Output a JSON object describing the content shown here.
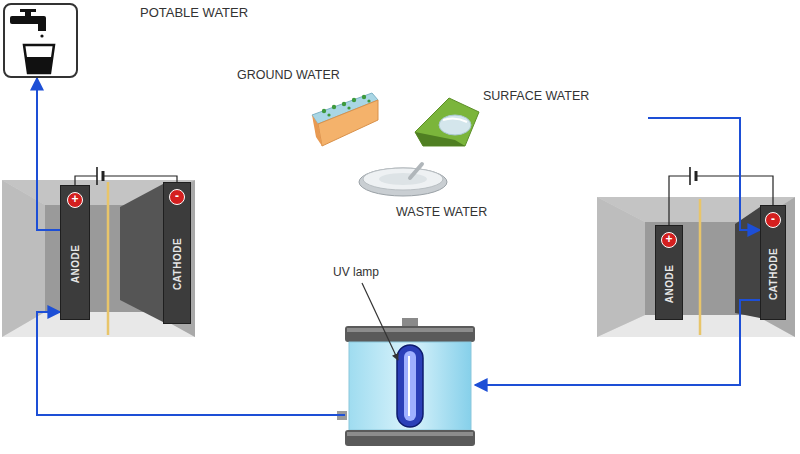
{
  "diagram": {
    "nodes": [
      {
        "text": [
          "POTABLE WATER"
        ]
      },
      {
        "text": [
          "GROUND WATER"
        ]
      },
      {
        "text": [
          "SURFACE WATER"
        ]
      },
      {
        "text": [
          "WASTE WATER"
        ]
      },
      {
        "text": [
          "+",
          "ANODE"
        ]
      },
      {
        "text": [
          "-",
          "CATHODE"
        ]
      },
      {
        "text": [
          "+",
          "ANODE"
        ]
      },
      {
        "text": [
          "-",
          "CATHODE"
        ]
      },
      {
        "text": [
          "UV lamp"
        ]
      }
    ],
    "edges": [
      {
        "from": 2,
        "to": 7,
        "arrow": "to"
      },
      {
        "from": 7,
        "to": 8,
        "arrow": "to"
      },
      {
        "from": 8,
        "to": 4,
        "arrow": "to"
      },
      {
        "from": 4,
        "to": 0,
        "arrow": "to"
      }
    ]
  }
}
